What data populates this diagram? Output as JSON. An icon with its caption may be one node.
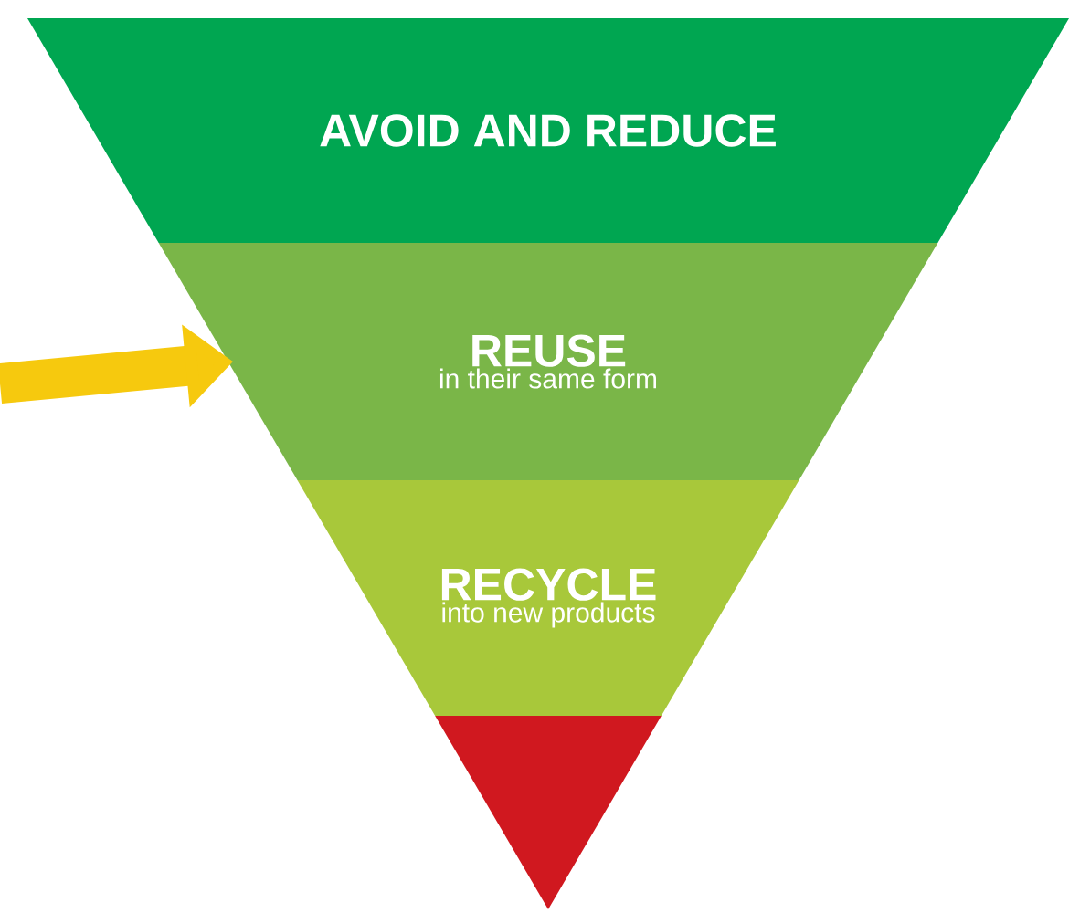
{
  "diagram": {
    "nodes": [
      {
        "text": [
          "AVOID AND REDUCE"
        ]
      },
      {
        "text": [
          "REUSE",
          "in their same form"
        ]
      },
      {
        "text": [
          "RECYCLE",
          "into new products"
        ]
      },
      {
        "text": [],
        "shape": "triangle"
      }
    ],
    "edges": [
      {
        "from": null,
        "to": 1,
        "arrow": "to"
      }
    ]
  }
}
